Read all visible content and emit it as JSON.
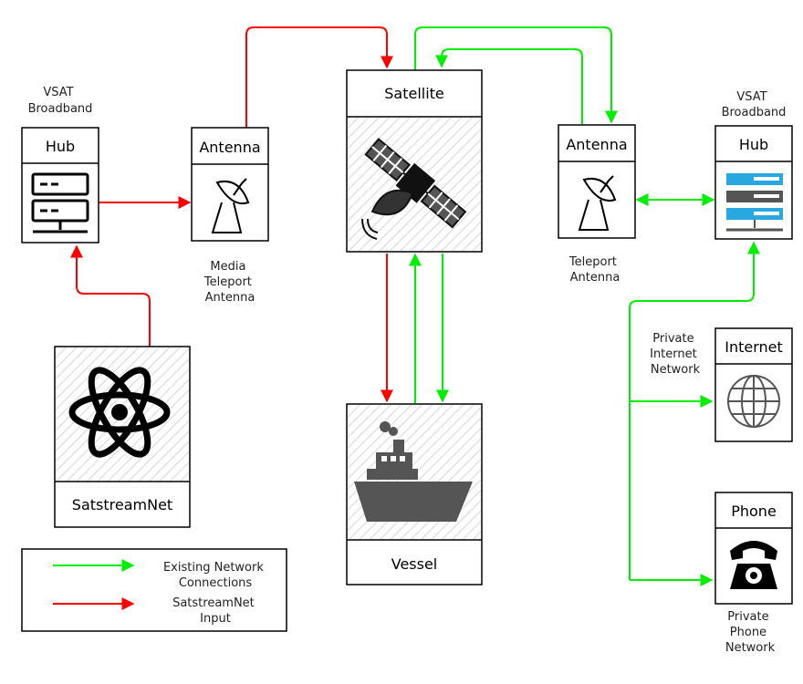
{
  "labels": {
    "vsat_left": [
      "VSAT",
      "Broadband"
    ],
    "vsat_right": [
      "VSAT",
      "Broadband"
    ],
    "hub_left": "Hub",
    "hub_right": "Hub",
    "antenna_left": "Antenna",
    "antenna_right": "Antenna",
    "media_teleport": [
      "Media",
      "Teleport",
      "Antenna"
    ],
    "teleport": [
      "Teleport",
      "Antenna"
    ],
    "satellite": "Satellite",
    "vessel": "Vessel",
    "satstreamnet": "SatstreamNet",
    "internet": "Internet",
    "phone": "Phone",
    "private_internet": [
      "Private",
      "Internet",
      "Network"
    ],
    "private_phone": [
      "Private",
      "Phone",
      "Network"
    ]
  },
  "legend": {
    "existing": [
      "Existing Network",
      "Connections"
    ],
    "input": [
      "SatstreamNet",
      "Input"
    ]
  },
  "colors": {
    "existing_connection": "#00ee00",
    "satstreamnet_input": "#ff0000"
  },
  "icons": {
    "hub_left": "server-rack-icon",
    "hub_right": "server-stack-icon",
    "antenna_left": "satellite-dish-icon",
    "antenna_right": "satellite-dish-icon",
    "satellite": "satellite-icon",
    "vessel": "ship-icon",
    "satstreamnet": "atom-icon",
    "internet": "globe-icon",
    "phone": "rotary-phone-icon"
  }
}
